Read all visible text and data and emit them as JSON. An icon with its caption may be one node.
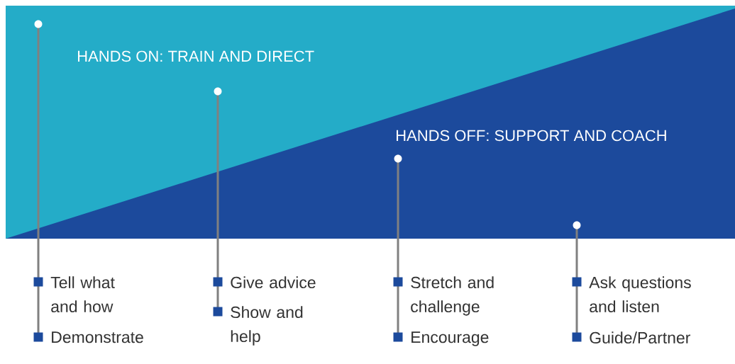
{
  "diagram": {
    "labels": [
      "HANDS ON: TRAIN AND DIRECT",
      "HANDS OFF: SUPPORT AND COACH",
      "Tell what and how",
      "Demonstrate",
      "Give advice",
      "Show and help",
      "Stretch and challenge",
      "Encourage",
      "Ask questions and listen",
      "Guide/Partner"
    ]
  }
}
